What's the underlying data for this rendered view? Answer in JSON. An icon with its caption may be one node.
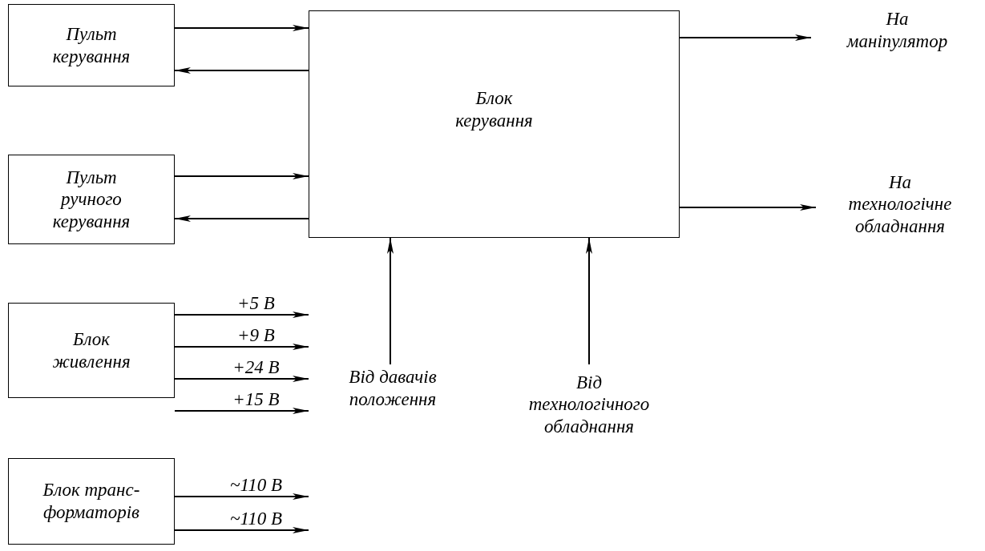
{
  "diagram": {
    "nodes": [
      {
        "text": [
          "Пульт керування"
        ]
      },
      {
        "text": [
          "Блок керування"
        ]
      },
      {
        "text": [
          "Пульт ручного керування"
        ]
      },
      {
        "text": [
          "Блок живлення"
        ]
      },
      {
        "text": [
          "Блок транс-форматорів"
        ]
      },
      {
        "text": [
          "На маніпулятор"
        ]
      },
      {
        "text": [
          "На технологічне обладнання"
        ]
      },
      {
        "text": [
          "Від давачів положення"
        ]
      },
      {
        "text": [
          "Від технологічного обладнання"
        ]
      }
    ],
    "edges": [
      {
        "from": 0,
        "to": 1,
        "arrow": "to"
      },
      {
        "from": 1,
        "to": 0,
        "arrow": "to"
      },
      {
        "from": 2,
        "to": 1,
        "arrow": "to"
      },
      {
        "from": 1,
        "to": 2,
        "arrow": "to"
      },
      {
        "from": 1,
        "to": 5,
        "arrow": "to"
      },
      {
        "from": 1,
        "to": 6,
        "arrow": "to"
      },
      {
        "from": 7,
        "to": 1,
        "arrow": "to"
      },
      {
        "from": 8,
        "to": 1,
        "arrow": "to"
      },
      {
        "from": 3,
        "to": null,
        "arrow": "to",
        "label": "+5 В"
      },
      {
        "from": 3,
        "to": null,
        "arrow": "to",
        "label": "+9 В"
      },
      {
        "from": 3,
        "to": null,
        "arrow": "to",
        "label": "+24 В"
      },
      {
        "from": 3,
        "to": null,
        "arrow": "to",
        "label": "+15 В"
      },
      {
        "from": 4,
        "to": null,
        "arrow": "to",
        "label": "~110 В"
      },
      {
        "from": 4,
        "to": null,
        "arrow": "to",
        "label": "~110 В"
      }
    ]
  }
}
